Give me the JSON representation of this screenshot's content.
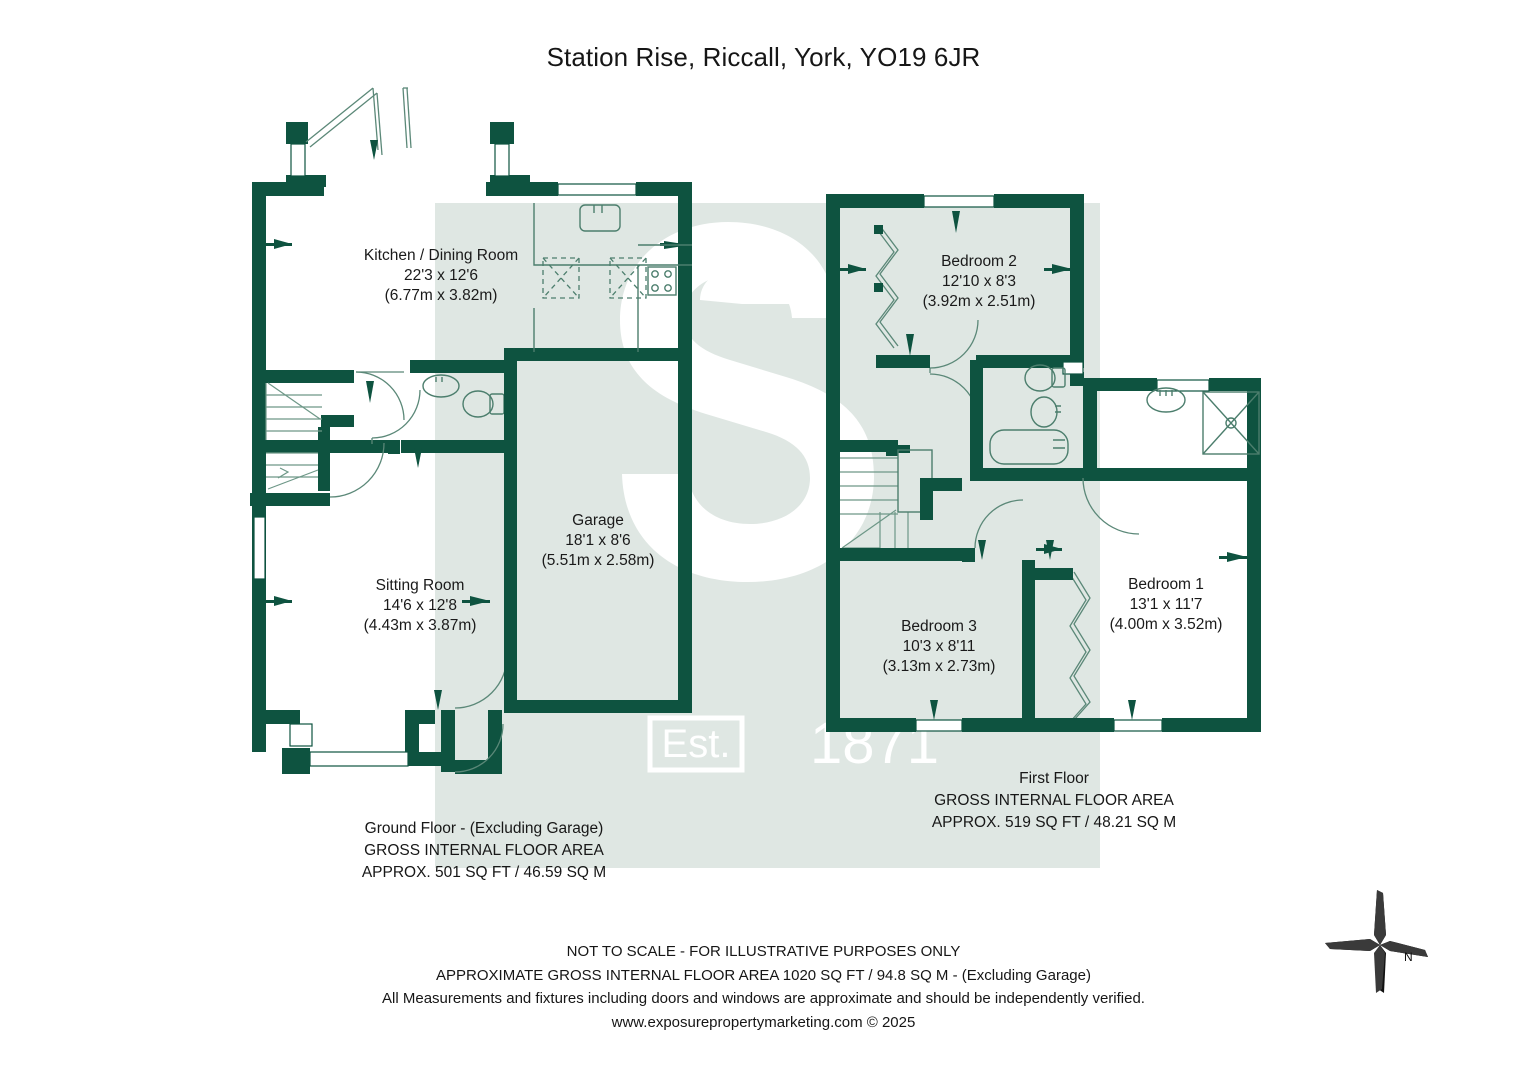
{
  "title": "Station Rise, Riccall, York, YO19 6JR",
  "colors": {
    "wall": "#0e5340",
    "wall_light": "#17604c",
    "fixture_line": "#2f6d58",
    "watermark_panel": "#dfe7e3",
    "watermark_mark": "#ffffff",
    "text": "#161616"
  },
  "watermark": {
    "letter": "S",
    "est_label": "Est.",
    "est_year": "1871"
  },
  "rooms": [
    {
      "id": "kitchen-dining",
      "name": "Kitchen / Dining Room",
      "imperial": "22'3 x 12'6",
      "metric": "(6.77m x 3.82m)",
      "floor": "ground"
    },
    {
      "id": "sitting-room",
      "name": "Sitting Room",
      "imperial": "14'6 x 12'8",
      "metric": "(4.43m x 3.87m)",
      "floor": "ground"
    },
    {
      "id": "garage",
      "name": "Garage",
      "imperial": "18'1 x 8'6",
      "metric": "(5.51m x 2.58m)",
      "floor": "ground"
    },
    {
      "id": "bedroom-2",
      "name": "Bedroom 2",
      "imperial": "12'10 x 8'3",
      "metric": "(3.92m x 2.51m)",
      "floor": "first"
    },
    {
      "id": "bedroom-1",
      "name": "Bedroom 1",
      "imperial": "13'1 x 11'7",
      "metric": "(4.00m x 3.52m)",
      "floor": "first"
    },
    {
      "id": "bedroom-3",
      "name": "Bedroom 3",
      "imperial": "10'3 x 8'11",
      "metric": "(3.13m x 2.73m)",
      "floor": "first"
    }
  ],
  "ground_floor_area": {
    "line1": "Ground Floor - (Excluding Garage)",
    "line2": "GROSS INTERNAL FLOOR AREA",
    "line3": "APPROX. 501 SQ FT / 46.59 SQ M"
  },
  "first_floor_area": {
    "line1": "First Floor",
    "line2": "GROSS INTERNAL FLOOR AREA",
    "line3": "APPROX. 519 SQ FT / 48.21 SQ M"
  },
  "footer": {
    "line1": "NOT TO SCALE - FOR ILLUSTRATIVE PURPOSES ONLY",
    "line2": "APPROXIMATE GROSS INTERNAL FLOOR AREA 1020 SQ FT / 94.8 SQ M - (Excluding Garage)",
    "line3": "All Measurements and fixtures including doors and windows are approximate and should be independently verified.",
    "line4": "www.exposurepropertymarketing.com © 2025"
  },
  "compass": {
    "label": "N"
  }
}
